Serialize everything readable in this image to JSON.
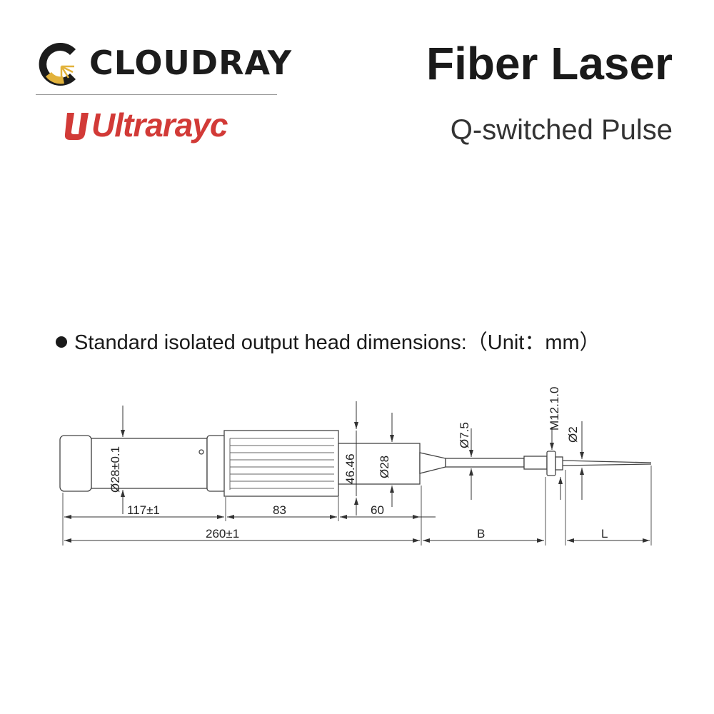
{
  "brand": {
    "name": "CLOUDRAY",
    "sub_brand": "Ultrarayc",
    "accent_color": "#d23a37",
    "logo_gold": "#e2b23b",
    "logo_dark": "#1c1c1c"
  },
  "header": {
    "title": "Fiber Laser",
    "subtitle": "Q-switched Pulse"
  },
  "caption": {
    "text": "Standard isolated output head dimensions:（Unit：mm）"
  },
  "dimensions": {
    "dia_28_tol": "Ø28±0.1",
    "len_117": "117±1",
    "len_83": "83",
    "height_46": "46.46",
    "dia_28": "Ø28",
    "len_60": "60",
    "len_260": "260±1",
    "dia_7_5": "Ø7.5",
    "thread_m12": "M12.1.0",
    "dia_2": "Ø2",
    "len_b": "B",
    "len_l": "L"
  }
}
